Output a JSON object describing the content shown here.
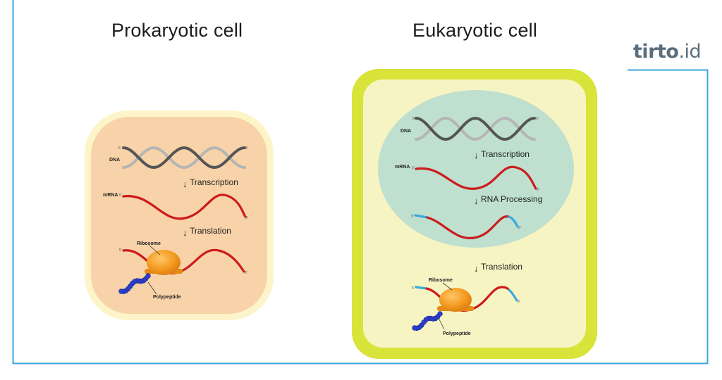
{
  "titles": {
    "prokaryotic": "Prokaryotic cell",
    "eukaryotic": "Eukaryotic cell"
  },
  "brand": {
    "name": "tirto",
    "suffix": ".id"
  },
  "labels": {
    "dna": "DNA",
    "mrna": "mRNA",
    "transcription": "Transcription",
    "translation": "Translation",
    "rna_processing": "RNA Processing",
    "ribosome": "Ribosome",
    "polypeptide": "Polypeptide",
    "five_prime": "5'",
    "three_prime": "3'"
  },
  "colors": {
    "frame": "#3aa6dd",
    "prok_outer": "#fdf4c9",
    "prok_inner": "#f8d2a8",
    "euk_outer": "#d9e43a",
    "euk_inner": "#f6f4c3",
    "nucleus": "#bfe0cf",
    "dna_dark": "#555555",
    "dna_light": "#b5b5b5",
    "mrna": "#cc1b1b",
    "cap_tail": "#3ba9db",
    "ribosome": "#f39a1f",
    "polypeptide": "#2c3ec9"
  }
}
